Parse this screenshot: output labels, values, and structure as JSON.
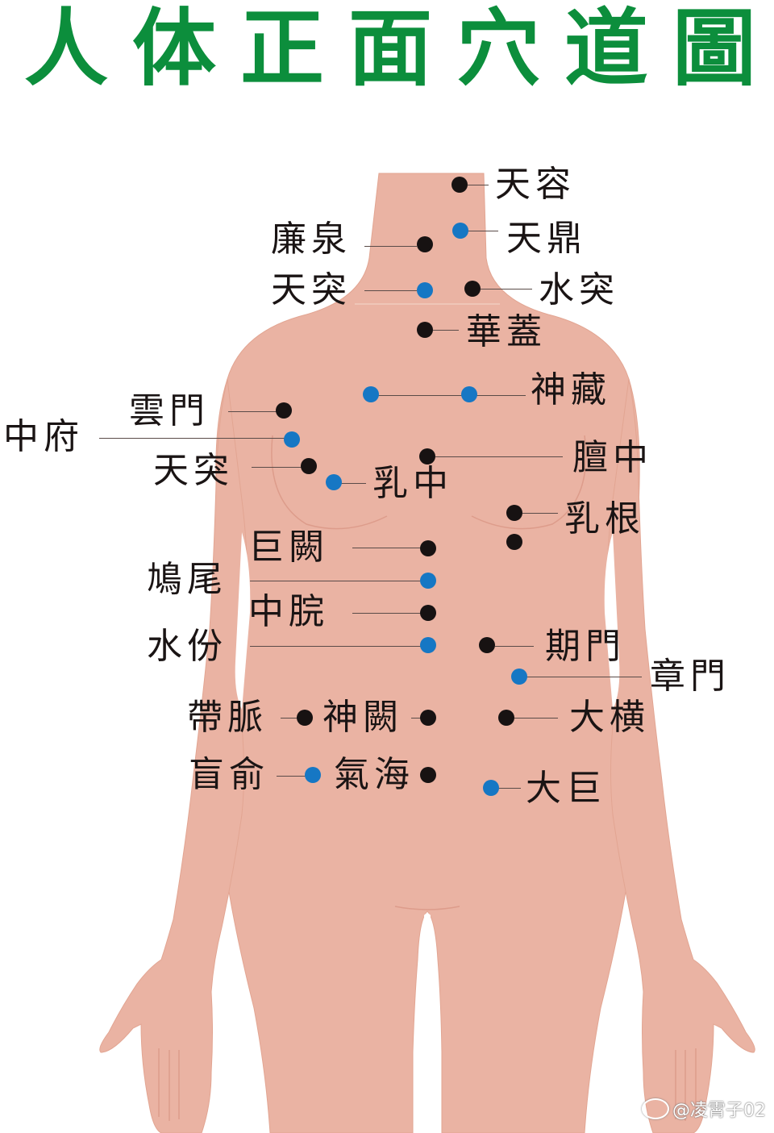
{
  "title": {
    "text": "人体正面穴道圖",
    "chars": [
      "人",
      "体",
      "正",
      "面",
      "穴",
      "道",
      "圖"
    ],
    "color": "#0c8e3c"
  },
  "colors": {
    "skin": "#eab3a3",
    "skin_line": "#d99684",
    "dot_black": "#171212",
    "dot_blue": "#1677c4",
    "leader": "#5a4b48",
    "label": "#1a1414"
  },
  "acupoints": [
    {
      "id": "tianrong",
      "label": "天容",
      "color": "black",
      "dot": [
        570,
        229
      ]
    },
    {
      "id": "tianding",
      "label": "天鼎",
      "color": "blue",
      "dot": [
        571,
        286
      ]
    },
    {
      "id": "lianquan",
      "label": "廉泉",
      "color": "black",
      "dot": [
        527,
        303
      ]
    },
    {
      "id": "tiantu",
      "label": "天突",
      "color": "blue",
      "dot": [
        527,
        360
      ]
    },
    {
      "id": "shuitu",
      "label": "水突",
      "color": "black",
      "dot": [
        586,
        358
      ]
    },
    {
      "id": "huagai",
      "label": "華蓋",
      "color": "black",
      "dot": [
        527,
        409
      ]
    },
    {
      "id": "shencang",
      "label": "神藏",
      "color": "blue",
      "dot": [
        582,
        489
      ]
    },
    {
      "id": "shencang_left",
      "label": "",
      "color": "blue",
      "dot": [
        460,
        489
      ]
    },
    {
      "id": "yunmen",
      "label": "雲門",
      "color": "black",
      "dot": [
        352,
        509
      ]
    },
    {
      "id": "zhongfu",
      "label": "中府",
      "color": "blue",
      "dot": [
        362,
        545
      ]
    },
    {
      "id": "tiantu2",
      "label": "天突",
      "color": "black",
      "dot": [
        383,
        578
      ]
    },
    {
      "id": "ruzhong",
      "label": "乳中",
      "color": "blue",
      "dot": [
        414,
        598
      ]
    },
    {
      "id": "danzhong",
      "label": "膻中",
      "color": "black",
      "dot": [
        530,
        566
      ]
    },
    {
      "id": "rugen",
      "label": "乳根",
      "color": "black",
      "dot": [
        638,
        636
      ]
    },
    {
      "id": "rugen2",
      "label": "",
      "color": "black",
      "dot": [
        638,
        672
      ]
    },
    {
      "id": "juque",
      "label": "巨闕",
      "color": "black",
      "dot": [
        531,
        680
      ]
    },
    {
      "id": "jiuwei",
      "label": "鳩尾",
      "color": "blue",
      "dot": [
        531,
        720
      ]
    },
    {
      "id": "zhongwan",
      "label": "中脘",
      "color": "black",
      "dot": [
        531,
        760
      ]
    },
    {
      "id": "shuifen",
      "label": "水份",
      "color": "blue",
      "dot": [
        531,
        800
      ]
    },
    {
      "id": "qimen",
      "label": "期門",
      "color": "black",
      "dot": [
        604,
        800
      ]
    },
    {
      "id": "zhangmen",
      "label": "章門",
      "color": "blue",
      "dot": [
        644,
        839
      ]
    },
    {
      "id": "daimai",
      "label": "帶脈",
      "color": "black",
      "dot": [
        378,
        890
      ]
    },
    {
      "id": "shenque",
      "label": "神闕",
      "color": "black",
      "dot": [
        531,
        890
      ]
    },
    {
      "id": "daheng",
      "label": "大横",
      "color": "black",
      "dot": [
        628,
        890
      ]
    },
    {
      "id": "huangshu",
      "label": "盲俞",
      "color": "blue",
      "dot": [
        388,
        961
      ]
    },
    {
      "id": "qihai",
      "label": "氣海",
      "color": "black",
      "dot": [
        531,
        961
      ]
    },
    {
      "id": "daju",
      "label": "大巨",
      "color": "blue",
      "dot": [
        609,
        977
      ]
    }
  ],
  "labels": {
    "tianrong": "天容",
    "tianding": "天鼎",
    "lianquan": "廉泉",
    "tiantu": "天突",
    "shuitu": "水突",
    "huagai": "華蓋",
    "shencang": "神藏",
    "yunmen": "雲門",
    "zhongfu": "中府",
    "tiantu2": "天突",
    "ruzhong": "乳中",
    "danzhong": "膻中",
    "rugen": "乳根",
    "juque": "巨闕",
    "jiuwei": "鳩尾",
    "zhongwan": "中脘",
    "shuifen": "水份",
    "qimen": "期門",
    "zhangmen": "章門",
    "daimai": "帶脈",
    "shenque": "神闕",
    "daheng": "大横",
    "huangshu": "盲俞",
    "qihai": "氣海",
    "daju": "大巨"
  },
  "watermark": {
    "icon": "weibo-icon",
    "text": "@凌霄子02"
  }
}
